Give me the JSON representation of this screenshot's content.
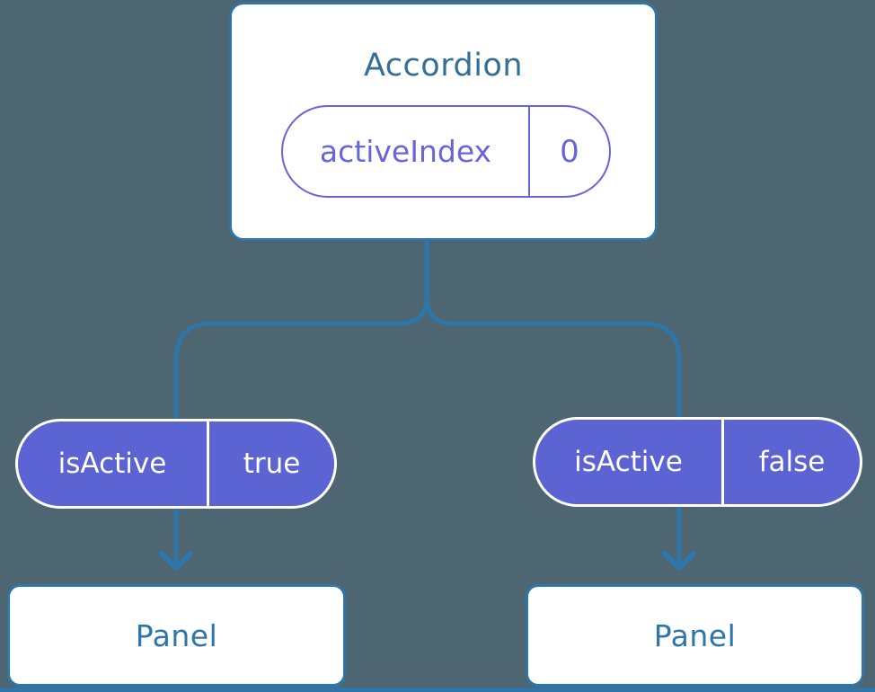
{
  "colors": {
    "background": "#4D6672",
    "line": "#2E76A9",
    "card_bg": "#FFFFFF",
    "title": "#336F96",
    "panel_text": "#2E76A9",
    "purple": "#6765DC",
    "pill_fill": "#5C63D2",
    "pill_border": "#FFFFFF",
    "pill_text": "#FFFFFF"
  },
  "diagram": {
    "accordion": {
      "title": "Accordion",
      "state_pill": {
        "label": "activeIndex",
        "value": "0"
      }
    },
    "panels": [
      {
        "title": "Panel",
        "prop_pill": {
          "label": "isActive",
          "value": "true"
        }
      },
      {
        "title": "Panel",
        "prop_pill": {
          "label": "isActive",
          "value": "false"
        }
      }
    ]
  }
}
